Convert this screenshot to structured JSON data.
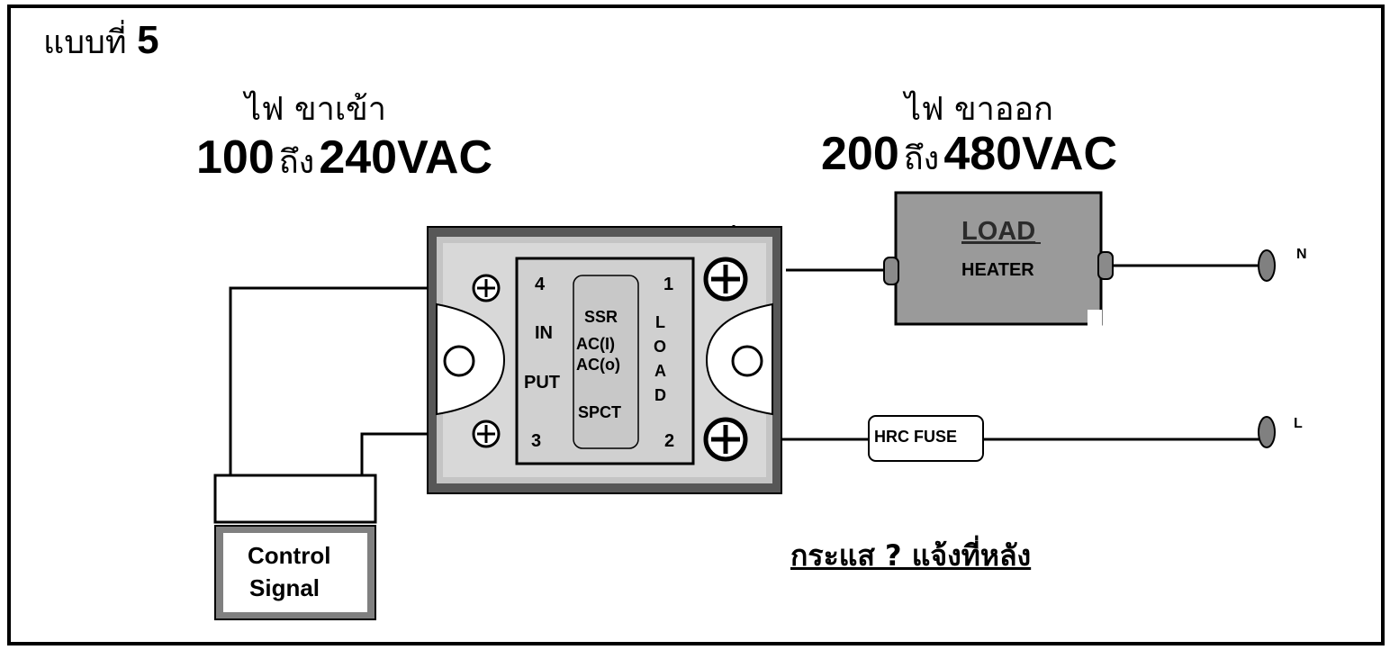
{
  "title": {
    "prefix": "แบบที่",
    "number": "5"
  },
  "input_side": {
    "label": "ไฟ ขาเข้า",
    "range_low": "100",
    "range_word": "ถึง",
    "range_high": "240VAC"
  },
  "output_side": {
    "label": "ไฟ ขาออก",
    "range_low": "200",
    "range_word": "ถึง",
    "range_high": "480VAC"
  },
  "relay": {
    "terminal_4": "4",
    "terminal_3": "3",
    "terminal_1": "1",
    "terminal_2": "2",
    "input_in": "IN",
    "input_put": "PUT",
    "center_lines": [
      "SSR",
      "AC(I)",
      "AC(o)",
      "SPCT"
    ],
    "load_letters": [
      "L",
      "O",
      "A",
      "D"
    ]
  },
  "load": {
    "title": "LOAD",
    "subtitle": "HEATER"
  },
  "fuse": {
    "label": "HRC FUSE"
  },
  "terminals": {
    "neutral": "N",
    "line": "L"
  },
  "control": {
    "line1": "Control",
    "line2": "Signal"
  },
  "note": "กระแส ? แจ้งที่หลัง",
  "colors": {
    "relay_outer": "#575757",
    "relay_plate": "#d8d8d8",
    "load_box": "#9a9a9a",
    "wire": "#000000"
  }
}
